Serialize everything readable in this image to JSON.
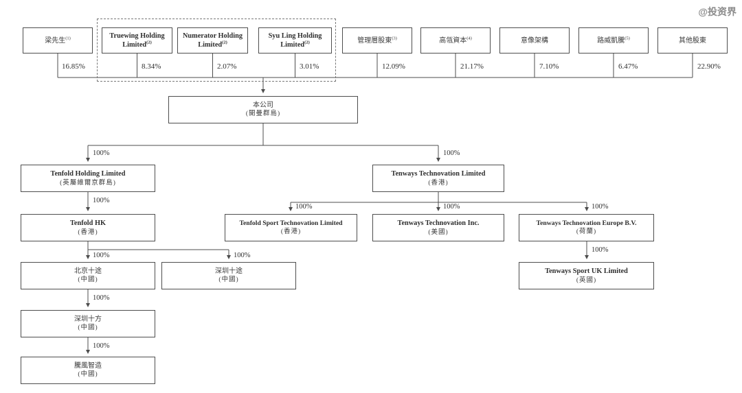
{
  "watermark": "@投资界",
  "ownership_label": "100%",
  "colors": {
    "background": "#ffffff",
    "line": "#4d4d4d",
    "text": "#333333",
    "watermark": "#8c8c8c",
    "dashed_border": "#777777"
  },
  "shareholders": [
    {
      "label": "梁先生",
      "sup": "(1)",
      "pct": "16.85%"
    },
    {
      "label": "Truewing Holding Limited",
      "sup": "(2)",
      "pct": "8.34%"
    },
    {
      "label": "Numerator Holding Limited",
      "sup": "(2)",
      "pct": "2.07%"
    },
    {
      "label": "Syu Ling Holding Limited",
      "sup": "(2)",
      "pct": "3.01%"
    },
    {
      "label": "管理層股東",
      "sup": "(3)",
      "pct": "12.09%"
    },
    {
      "label": "高瓴資本",
      "sup": "(4)",
      "pct": "21.17%"
    },
    {
      "label": "意像架構",
      "sup": "",
      "pct": "7.10%"
    },
    {
      "label": "路威凱騰",
      "sup": "(5)",
      "pct": "6.47%"
    },
    {
      "label": "其他股東",
      "sup": "",
      "pct": "22.90%"
    }
  ],
  "company": {
    "name": "本公司",
    "jurisdiction": "(開曼群島)"
  },
  "subsidiaries": {
    "tenfold_holding": {
      "name": "Tenfold Holding Limited",
      "jurisdiction": "(英屬維爾京群島)"
    },
    "tenfold_hk": {
      "name": "Tenfold HK",
      "jurisdiction": "(香港)"
    },
    "beijing_shitu": {
      "name": "北京十途",
      "jurisdiction": "(中國)"
    },
    "shenzhen_shitu": {
      "name": "深圳十途",
      "jurisdiction": "(中國)"
    },
    "shenzhen_shifang": {
      "name": "深圳十方",
      "jurisdiction": "(中國)"
    },
    "tengfeng_zhizao": {
      "name": "騰風智造",
      "jurisdiction": "(中國)"
    },
    "tenways_technovation": {
      "name": "Tenways Technovation Limited",
      "jurisdiction": "(香港)"
    },
    "tenfold_sport": {
      "name": "Tenfold Sport Technovation Limited",
      "jurisdiction": "(香港)"
    },
    "tenways_inc": {
      "name": "Tenways Technovation Inc.",
      "jurisdiction": "(美國)"
    },
    "tenways_europe": {
      "name": "Tenways Technovation Europe B.V.",
      "jurisdiction": "(荷蘭)"
    },
    "tenways_uk": {
      "name": "Tenways Sport UK Limited",
      "jurisdiction": "(英國)"
    }
  }
}
